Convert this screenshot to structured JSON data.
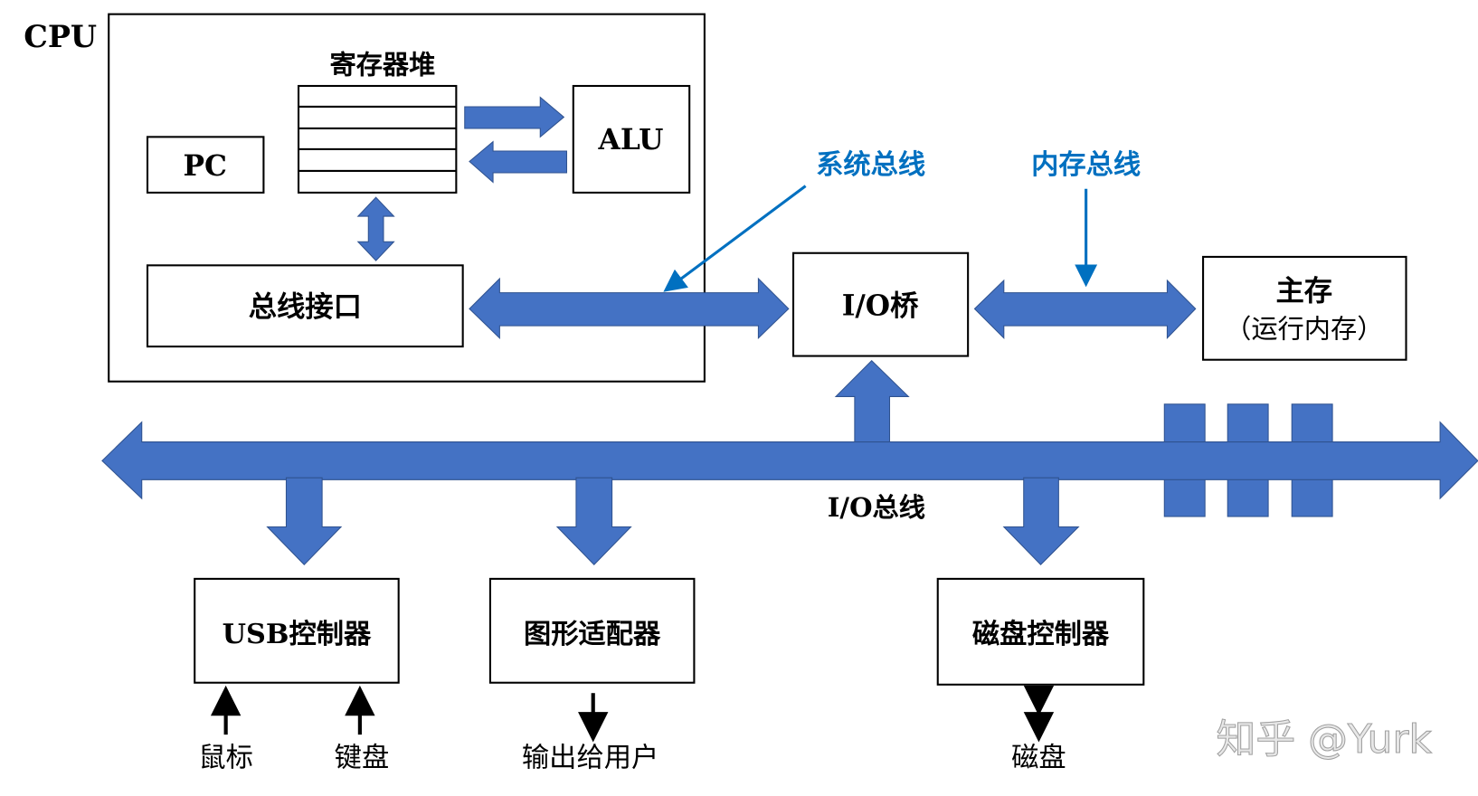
{
  "cpu": {
    "label": "CPU",
    "register_file_label": "寄存器堆",
    "alu_label": "ALU",
    "pc_label": "PC",
    "bus_interface_label": "总线接口"
  },
  "buses": {
    "system_bus_label": "系统总线",
    "memory_bus_label": "内存总线",
    "io_bus_label": "I/O总线"
  },
  "io_bridge_label": "I/O桥",
  "main_memory": {
    "label": "主存",
    "sublabel": "（运行内存）"
  },
  "controllers": [
    {
      "label": "USB控制器"
    },
    {
      "label": "图形适配器"
    },
    {
      "label": "磁盘控制器"
    }
  ],
  "devices": {
    "mouse": "鼠标",
    "keyboard": "键盘",
    "output": "输出给用户",
    "disk": "磁盘"
  },
  "watermark": "知乎 @Yurk",
  "colors": {
    "bus": "#4472C4",
    "annotation": "#0070C0"
  }
}
